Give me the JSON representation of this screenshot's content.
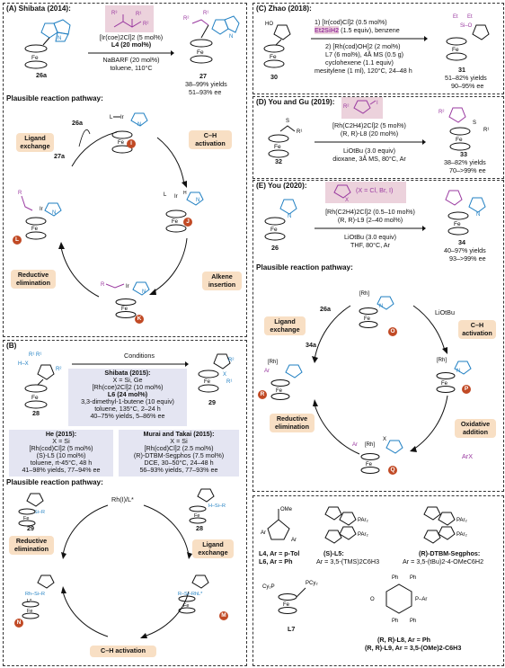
{
  "panelA": {
    "header": "(A) Shibata (2014):",
    "reagent_line1": "[Ir(coe)2Cl]2 (5 mol%)",
    "reagent_line2": "L4 (20 mol%)",
    "reagent_line3": "NaBARF (20 mol%)",
    "reagent_line4": "toluene, 110°C",
    "sm_label": "26a",
    "prod_label": "27",
    "yield": "38–99% yields",
    "ee": "51–93% ee",
    "mech_title": "Plausible reaction pathway:",
    "step_ligand": "Ligand exchange",
    "step_ch": "C–H activation",
    "step_re": "Reductive elimination",
    "step_ai": "Alkene insertion",
    "lbl_26a": "26a",
    "lbl_27a": "27a",
    "int_I": "I",
    "int_J": "J",
    "int_K": "K",
    "int_L": "L"
  },
  "panelB": {
    "header": "(B)",
    "conditions": "Conditions",
    "sm_label": "28",
    "prod_label": "29",
    "shibata_title": "Shibata (2015):",
    "shibata_l1": "X = Si, Ge",
    "shibata_l2": "[Rh(coe)2Cl]2 (10 mol%)",
    "shibata_l3": "L6 (24 mol%)",
    "shibata_l4": "3,3-dimethyl-1-butene (10 equiv)",
    "shibata_l5": "toluene, 135°C, 2–24 h",
    "shibata_l6": "40–75% yields, 5–86% ee",
    "he_title": "He (2015):",
    "he_l1": "X = Si",
    "he_l2": "[Rh(cod)Cl]2 (5 mol%)",
    "he_l3": "(S)-L5 (10 mol%)",
    "he_l4": "toluene, rt-45°C, 48 h",
    "he_l5": "41–98% yields, 77–94% ee",
    "mt_title": "Murai and Takai (2015):",
    "mt_l1": "X = Si",
    "mt_l2": "[Rh(cod)Cl]2 (2.5 mol%)",
    "mt_l3": "(R)-DTBM-Segphos (7.5 mol%)",
    "mt_l4": "DCE, 30–50°C, 24–48 h",
    "mt_l5": "56–93% yields, 77–93% ee",
    "mech_title": "Plausible reaction pathway:",
    "rh_cat": "Rh(I)/L*",
    "step_le": "Ligand exchange",
    "step_re": "Reductive elimination",
    "step_ch": "C–H activation",
    "lbl_29": "29",
    "lbl_28": "28",
    "int_M": "M",
    "int_N": "N"
  },
  "panelC": {
    "header": "(C) Zhao (2018):",
    "l1": "1) [Ir(cod)Cl]2 (0.5 mol%)",
    "l2_reagent": "Et2SiH2",
    "l2_rest": "(1.5 equiv), benzene",
    "l3": "2) [Rh(cod)OH]2 (2 mol%)",
    "l4": "L7 (6 mol%), 4Å MS (0.5 g)",
    "l5": "cyclohexene (1.1 equiv)",
    "l6": "mesitylene (1 ml), 120°C, 24–48 h",
    "sm_label": "30",
    "prod_label": "31",
    "yield": "51–82% yields",
    "ee": "90–95% ee"
  },
  "panelD": {
    "header": "(D) You and Gu (2019):",
    "l1": "[Rh(C2H4)2Cl]2 (5 mol%)",
    "l2": "(R, R)-L8 (20 mol%)",
    "l3": "LiOtBu (3.0 equiv)",
    "l4": "dioxane, 3Å MS, 80°C, Ar",
    "sm_label": "32",
    "prod_label": "33",
    "yield": "38–82% yields",
    "ee": "70–>99% ee"
  },
  "panelE": {
    "header": "(E) You (2020):",
    "x_note": "(X = Cl, Br, I)",
    "l1": "[Rh(C2H4)2Cl]2 (0.5–10 mol%)",
    "l2": "(R, R)-L9 (2–40 mol%)",
    "l3": "LiOtBu (3.0 equiv)",
    "l4": "THF, 80°C, Ar",
    "sm_label": "26",
    "prod_label": "34",
    "yield": "40–97% yields",
    "ee": "93–>99% ee",
    "mech_title": "Plausible reaction pathway:",
    "step_le": "Ligand exchange",
    "step_ch": "C–H activation",
    "step_re": "Reductive elimination",
    "step_oa": "Oxidative addition",
    "lbl_26a": "26a",
    "lbl_34a": "34a",
    "lbl_libu": "LiOtBu",
    "lbl_arx": "ArX",
    "int_O": "O",
    "int_P": "P",
    "int_Q": "Q",
    "int_R": "R"
  },
  "ligands": {
    "l4": "L4, Ar = p-Tol",
    "l6": "L6, Ar = Ph",
    "l5_name": "(S)-L5:",
    "l5_ar": "Ar = 3,5-(TMS)2C6H3",
    "dtbm_name": "(R)-DTBM-Segphos:",
    "dtbm_ar": "Ar = 3,5-(tBu)2-4-OMeC6H2",
    "l7": "L7",
    "l8": "(R, R)-L8, Ar = Ph",
    "l9": "(R, R)-L9, Ar = 3,5-(OMe)2-C6H3"
  },
  "colors": {
    "accent_blue": "#1f7fc2",
    "accent_purple": "#9a3aa0",
    "bubble": "#f8dfc4",
    "gray_box": "#e4e5f2",
    "pink_box": "#ecd2dc",
    "intermediate": "#c14a25"
  }
}
